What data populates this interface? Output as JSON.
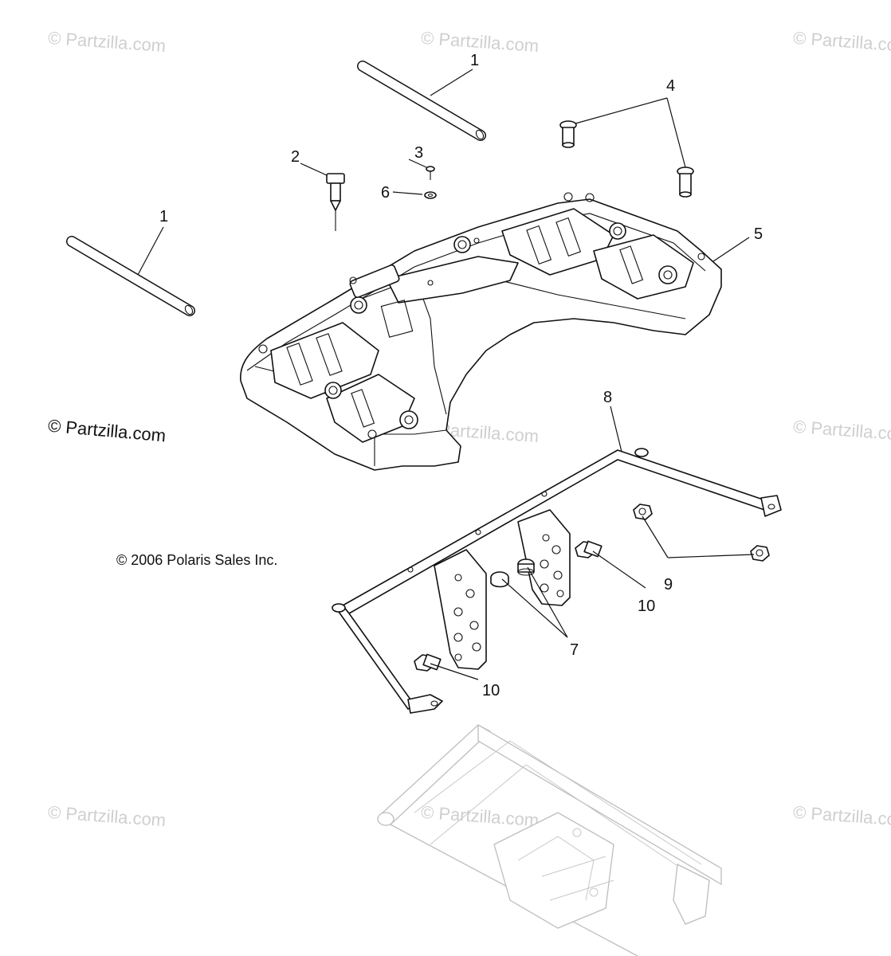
{
  "watermark": "© Partzilla.com",
  "copyright": "© 2006 Polaris Sales Inc.",
  "callouts": {
    "c1a": "1",
    "c1b": "1",
    "c2": "2",
    "c3": "3",
    "c4": "4",
    "c5": "5",
    "c6": "6",
    "c7": "7",
    "c8": "8",
    "c9": "9",
    "c10a": "10",
    "c10b": "10"
  }
}
